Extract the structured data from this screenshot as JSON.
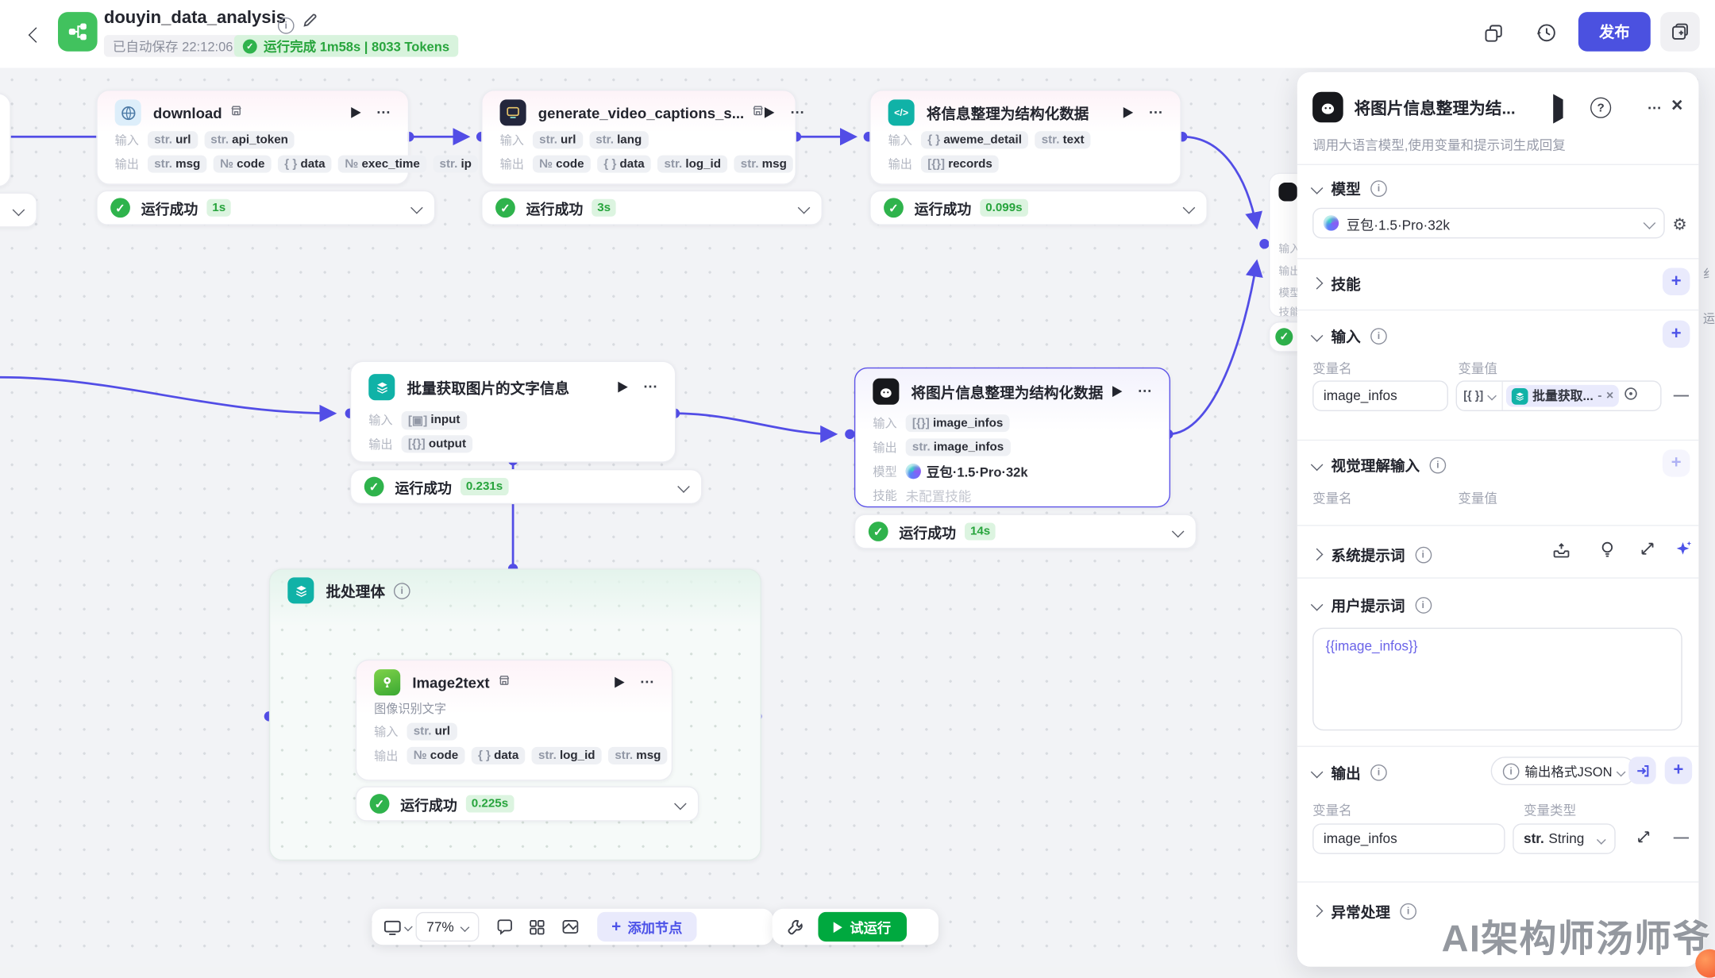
{
  "topbar": {
    "title": "douyin_data_analysis",
    "autosave": "已自动保存 22:12:06",
    "run_summary": "运行完成 1m58s | 8033 Tokens",
    "publish": "发布"
  },
  "common": {
    "run_ok": "运行成功",
    "input": "输入",
    "output": "输出"
  },
  "nodes": {
    "download": {
      "title": "download",
      "time": "1s",
      "inputs": [
        {
          "t": "str.",
          "n": "url"
        },
        {
          "t": "str.",
          "n": "api_token"
        }
      ],
      "outputs": [
        {
          "t": "str.",
          "n": "msg"
        },
        {
          "t": "№",
          "n": "code"
        },
        {
          "t": "{ }",
          "n": "data"
        },
        {
          "t": "№",
          "n": "exec_time"
        },
        {
          "t": "str.",
          "n": "ip"
        }
      ]
    },
    "captions": {
      "title": "generate_video_captions_s...",
      "time": "3s",
      "inputs": [
        {
          "t": "str.",
          "n": "url"
        },
        {
          "t": "str.",
          "n": "lang"
        }
      ],
      "outputs": [
        {
          "t": "№",
          "n": "code"
        },
        {
          "t": "{ }",
          "n": "data"
        },
        {
          "t": "str.",
          "n": "log_id"
        },
        {
          "t": "str.",
          "n": "msg"
        }
      ]
    },
    "to_struct": {
      "title": "将信息整理为结构化数据",
      "time": "0.099s",
      "inputs": [
        {
          "t": "{ }",
          "n": "aweme_detail"
        },
        {
          "t": "str.",
          "n": "text"
        }
      ],
      "outputs": [
        {
          "t": "[{}]",
          "n": "records"
        }
      ]
    },
    "batch_get": {
      "title": "批量获取图片的文字信息",
      "time": "0.231s",
      "inputs": [
        {
          "t": "[▣]",
          "n": "input"
        }
      ],
      "outputs": [
        {
          "t": "[{}]",
          "n": "output"
        }
      ]
    },
    "img_struct": {
      "title": "将图片信息整理为结构化数据",
      "time": "14s",
      "inputs": [
        {
          "t": "[{}]",
          "n": "image_infos"
        }
      ],
      "outputs": [
        {
          "t": "str.",
          "n": "image_infos"
        }
      ],
      "model_label": "模型",
      "model": "豆包·1.5·Pro·32k",
      "skill_label": "技能",
      "skill": "未配置技能"
    },
    "batch_box": {
      "title": "批处理体"
    },
    "image2text": {
      "title": "Image2text",
      "desc": "图像识别文字",
      "time": "0.225s",
      "inputs": [
        {
          "t": "str.",
          "n": "url"
        }
      ],
      "outputs": [
        {
          "t": "№",
          "n": "code"
        },
        {
          "t": "{ }",
          "n": "data"
        },
        {
          "t": "str.",
          "n": "log_id"
        },
        {
          "t": "str.",
          "n": "msg"
        }
      ]
    },
    "hidden": {
      "labels": [
        "输入",
        "输出",
        "模型",
        "技能"
      ]
    }
  },
  "panel": {
    "title": "将图片信息整理为结...",
    "desc": "调用大语言模型,使用变量和提示词生成回复",
    "model": {
      "label": "模型",
      "value": "豆包·1.5·Pro·32k"
    },
    "skill": {
      "label": "技能"
    },
    "input": {
      "label": "输入",
      "col_name": "变量名",
      "col_value": "变量值",
      "row": {
        "name": "image_infos",
        "type": "[{ }]",
        "ref": "批量获取..."
      }
    },
    "vision": {
      "label": "视觉理解输入",
      "col_name": "变量名",
      "col_value": "变量值"
    },
    "sys_prompt": {
      "label": "系统提示词"
    },
    "user_prompt": {
      "label": "用户提示词",
      "value": "{{image_infos}}"
    },
    "output": {
      "label": "输出",
      "format": "输出格式JSON",
      "col_name": "变量名",
      "col_type": "变量类型",
      "row": {
        "name": "image_infos",
        "type_prefix": "str.",
        "type": "String"
      }
    },
    "error": {
      "label": "异常处理"
    }
  },
  "toolbar": {
    "zoom": "77%",
    "add_node": "添加节点",
    "run": "试运行"
  },
  "watermark": "AI架构师汤师爷",
  "fragments": {
    "f1": "纟",
    "f2": "运"
  }
}
